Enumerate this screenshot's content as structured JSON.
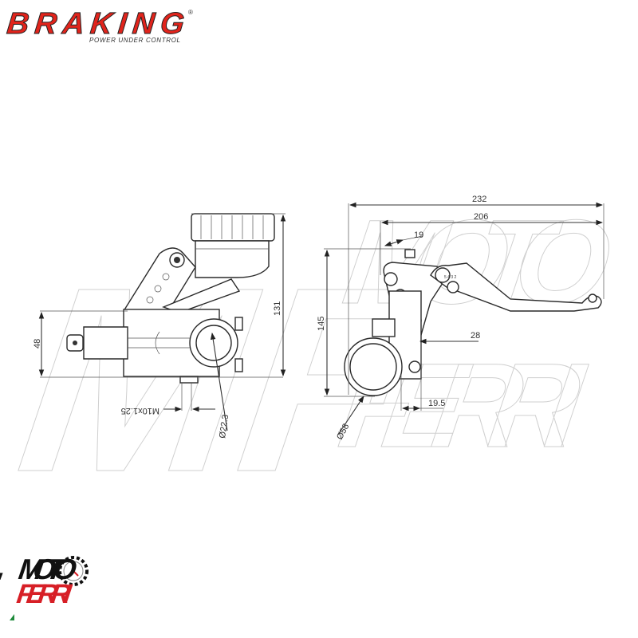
{
  "brand_logo": {
    "name": "BRAKING",
    "registered": "®",
    "tagline": "POWER UNDER CONTROL",
    "color": "#e1241c"
  },
  "watermark": {
    "mark": "MF",
    "line1": "MOTO",
    "line2": "FERRI"
  },
  "dealer_logo": {
    "mark": "MF",
    "line1": "MOTO",
    "line2": "FERRI",
    "colors": {
      "black": "#111111",
      "red": "#d71f26",
      "green": "#1e8a3a"
    }
  },
  "side_view": {
    "dim_height_body": "48",
    "dim_height_total": "131",
    "thread": "M10x1.25",
    "bar_diameter": "Ø22.3"
  },
  "front_view": {
    "dim_total_length": "232",
    "dim_lever_length": "206",
    "dim_offset": "19",
    "dim_height": "145",
    "dim_pivot": "28",
    "dim_clamp": "19.5",
    "reservoir_diameter": "Ø58",
    "lever_positions": "5 4 3 2"
  }
}
